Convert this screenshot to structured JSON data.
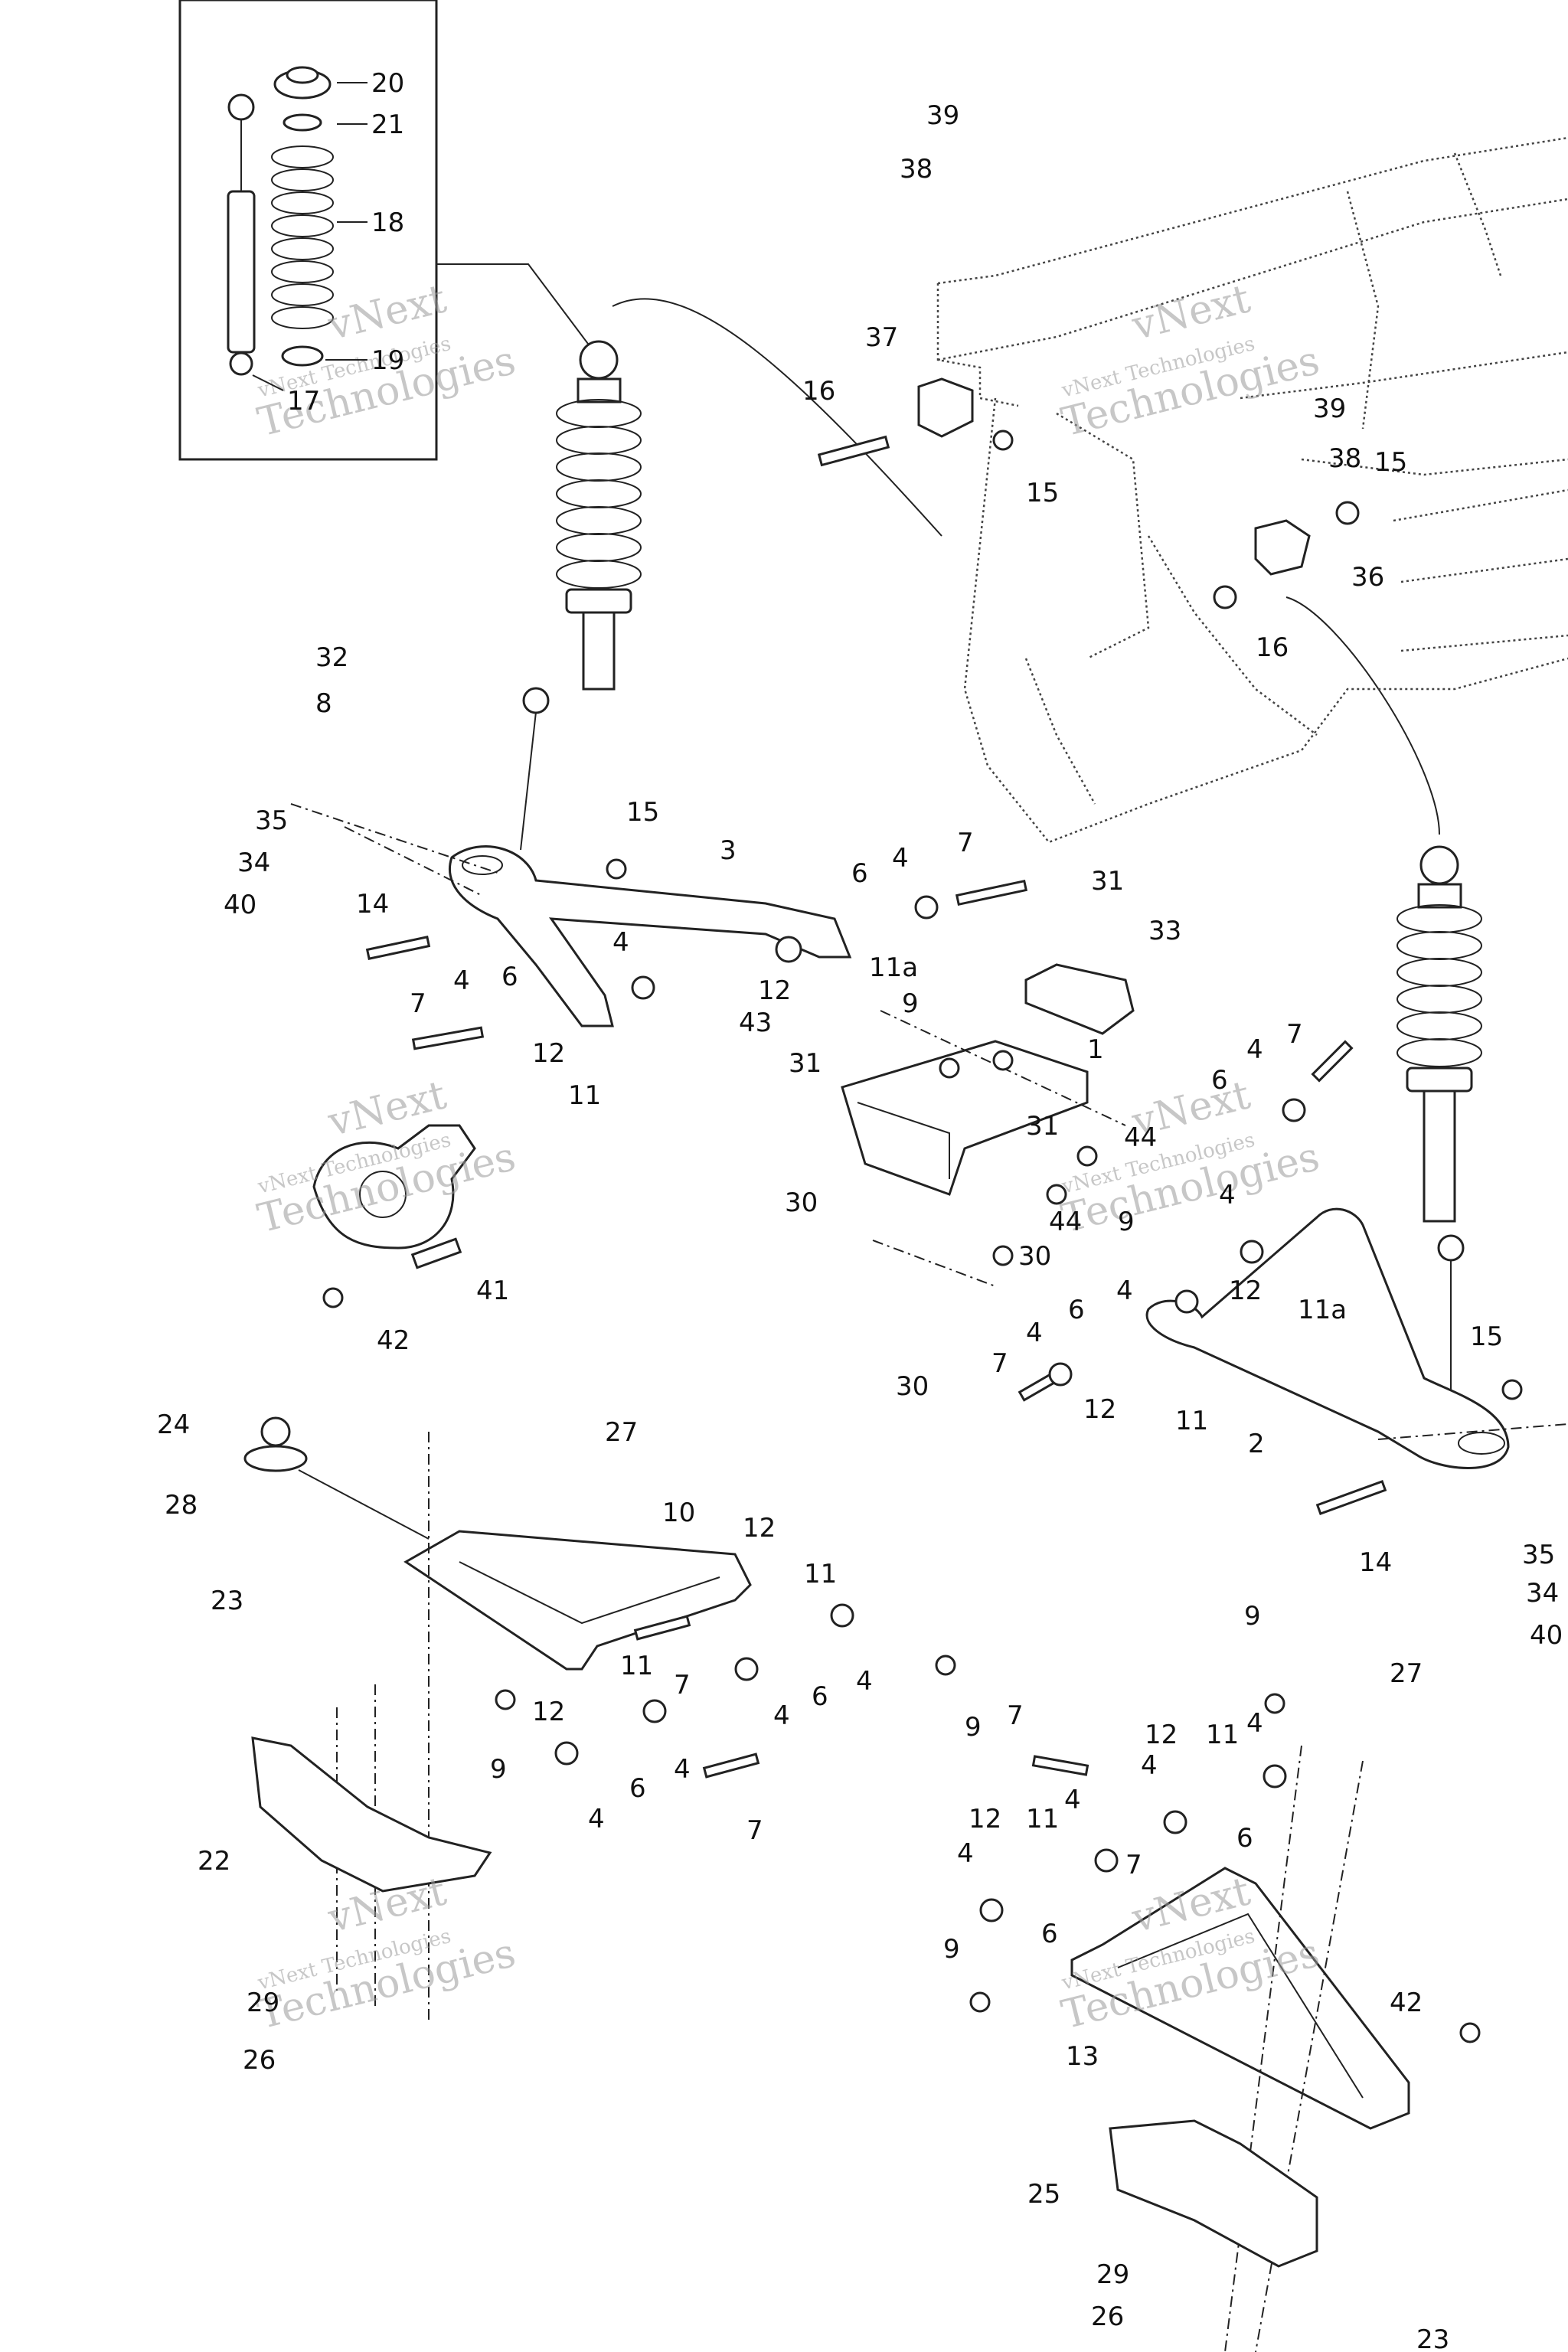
{
  "watermark": {
    "line1": "vNext",
    "line2": "vNext Technologies",
    "line3": "Technologies"
  },
  "labels": {
    "l20": "20",
    "l21": "21",
    "l18": "18",
    "l19": "19",
    "l17": "17",
    "l39a": "39",
    "l38a": "38",
    "l37": "37",
    "l16a": "16",
    "l15a": "15",
    "l39b": "39",
    "l38b": "38",
    "l15b": "15",
    "l36": "36",
    "l16b": "16",
    "l32": "32",
    "l8": "8",
    "l35a": "35",
    "l34a": "34",
    "l40a": "40",
    "l15c": "15",
    "l3": "3",
    "l6a": "6",
    "l4a": "4",
    "l7a": "7",
    "l31a": "31",
    "l33": "33",
    "l14a": "14",
    "l4b": "4",
    "l12a": "12",
    "l11a_a": "11a",
    "l7b": "7",
    "l4c": "4",
    "l6b": "6",
    "l43": "43",
    "l12b": "12",
    "l11a": "11",
    "l9a": "9",
    "l31b": "31",
    "l1": "1",
    "l7c": "7",
    "l4d": "4",
    "l6c": "6",
    "l44a": "44",
    "l31c": "31",
    "l30a": "30",
    "l44b": "44",
    "l9b": "9",
    "l30b": "30",
    "l4e": "4",
    "l12c": "12",
    "l11a_b": "11a",
    "l41": "41",
    "l42a": "42",
    "l4f": "4",
    "l15d": "15",
    "l4g": "4",
    "l6d": "6",
    "l30c": "30",
    "l7d": "7",
    "l12d": "12",
    "l11b": "11",
    "l2": "2",
    "l14b": "14",
    "l35b": "35",
    "l34b": "34",
    "l40b": "40",
    "l24": "24",
    "l28": "28",
    "l23a": "23",
    "l27a": "27",
    "l10": "10",
    "l12e": "12",
    "l11c": "11",
    "l11d": "11",
    "l7e": "7",
    "l4h": "4",
    "l6e": "6",
    "l12f": "12",
    "l9c": "9",
    "l4i": "4",
    "l6f": "6",
    "l4j": "4",
    "l7f": "7",
    "l9d": "9",
    "l22": "22",
    "l29a": "29",
    "l26a": "26",
    "l9e": "9",
    "l27b": "27",
    "l7g": "7",
    "l12g": "12",
    "l11e": "11",
    "l4k": "4",
    "l4l": "4",
    "l6g": "6",
    "l12h": "12",
    "l11f": "11",
    "l4m": "4",
    "l4n": "4",
    "l7h": "7",
    "l6h": "6",
    "l9f": "9",
    "l13": "13",
    "l42b": "42",
    "l25": "25",
    "l29b": "29",
    "l26b": "26",
    "l23b": "23"
  }
}
